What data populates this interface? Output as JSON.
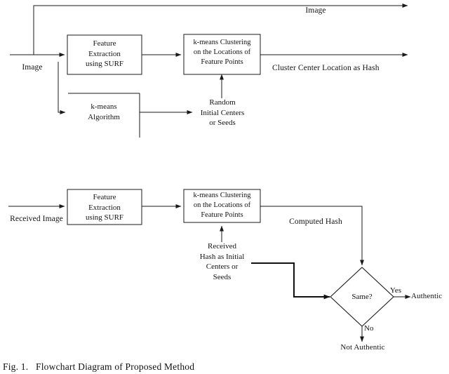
{
  "figure": {
    "caption": "Fig. 1.   Flowchart Diagram of Proposed Method",
    "title": "Flowchart Diagram of Proposed Method"
  },
  "generation_stage": {
    "input_label": "Image",
    "bypass_label": "Image",
    "feature_box": "Feature\nExtraction\nusing SURF",
    "clustering_box": "k-means Clustering\non the Locations of\nFeature Points",
    "algorithm_box": "k-means\nAlgorithm",
    "seeds_label": "Random\nInitial Centers\nor Seeds",
    "output_label": "Cluster Center Location as Hash"
  },
  "verification_stage": {
    "input_label": "Received Image",
    "feature_box": "Feature\nExtraction\nusing SURF",
    "clustering_box": "k-means Clustering\non the Locations of\nFeature Points",
    "seeds_label": "Received\nHash as Initial\nCenters or\nSeeds",
    "computed_hash_label": "Computed Hash",
    "decision_label": "Same?",
    "yes_label": "Yes",
    "no_label": "No",
    "authentic_label": "Authentic",
    "not_authentic_label": "Not Authentic"
  },
  "colors": {
    "stroke": "#1a1a1a",
    "text": "#141414",
    "background": "#ffffff"
  }
}
